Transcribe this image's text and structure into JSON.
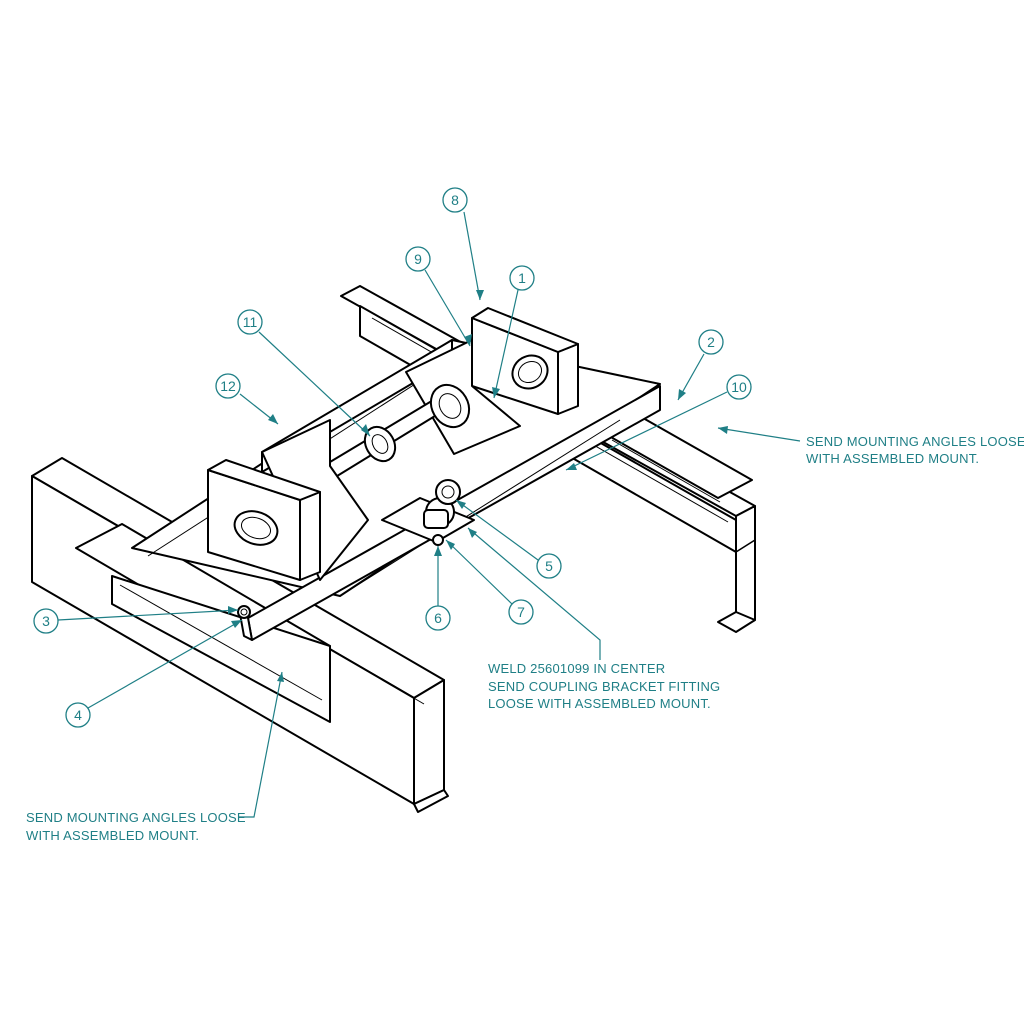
{
  "balloons": {
    "b1": "1",
    "b2": "2",
    "b3": "3",
    "b4": "4",
    "b5": "5",
    "b6": "6",
    "b7": "7",
    "b8": "8",
    "b9": "9",
    "b10": "10",
    "b11": "11",
    "b12": "12"
  },
  "notes": {
    "right_angles": {
      "line1": "SEND MOUNTING ANGLES LOOSE",
      "line2": "WITH ASSEMBLED MOUNT."
    },
    "weld": {
      "line1": "WELD 25601099 IN CENTER",
      "line2": "SEND COUPLING BRACKET FITTING",
      "line3": "LOOSE WITH ASSEMBLED MOUNT."
    },
    "left_angles": {
      "line1": "SEND MOUNTING ANGLES LOOSE",
      "line2": "WITH ASSEMBLED MOUNT."
    }
  },
  "colors": {
    "linework": "#000000",
    "annotation": "#1f7f86",
    "background": "#ffffff"
  }
}
